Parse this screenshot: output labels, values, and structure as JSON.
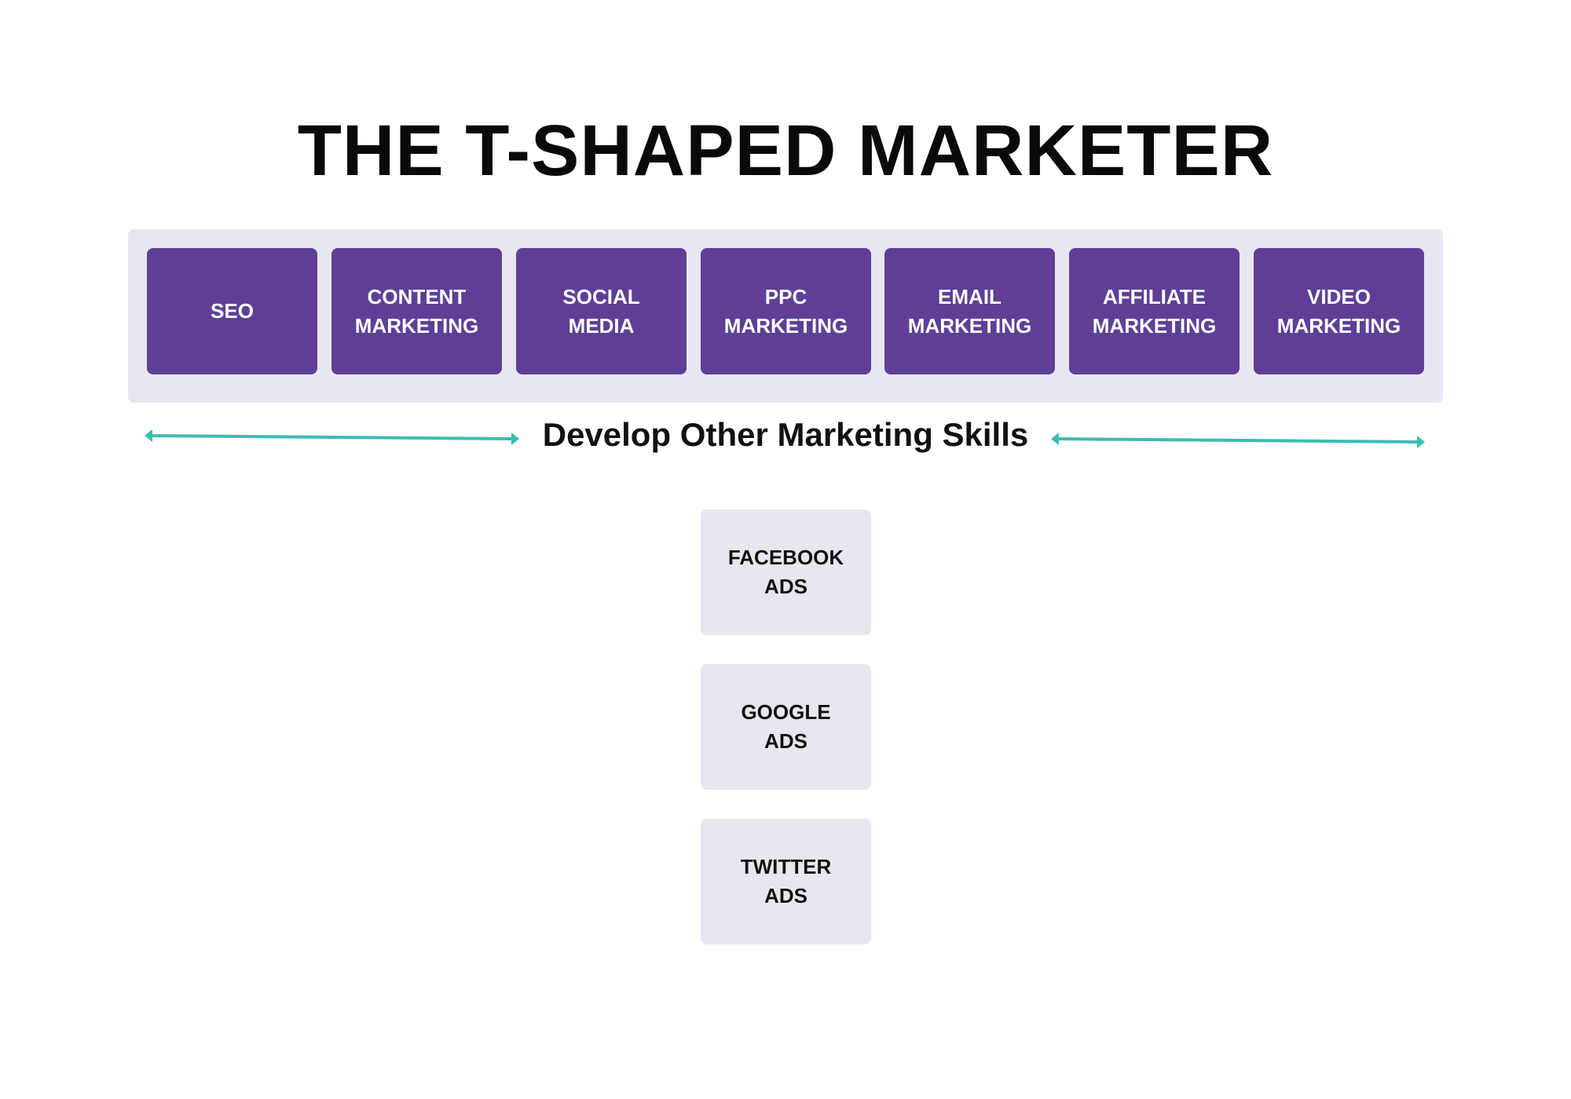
{
  "title": "THE T-SHAPED MARKETER",
  "broad_skills": [
    [
      "SEO"
    ],
    [
      "CONTENT",
      "MARKETING"
    ],
    [
      "SOCIAL",
      "MEDIA"
    ],
    [
      "PPC",
      "MARKETING"
    ],
    [
      "EMAIL",
      "MARKETING"
    ],
    [
      "AFFILIATE",
      "MARKETING"
    ],
    [
      "VIDEO",
      "MARKETING"
    ]
  ],
  "subtitle": "Develop Other Marketing Skills",
  "deep_skills": [
    [
      "FACEBOOK",
      "ADS"
    ],
    [
      "GOOGLE",
      "ADS"
    ],
    [
      "TWITTER",
      "ADS"
    ]
  ],
  "colors": {
    "primary": "#5f3f96",
    "band": "#e9e6f0",
    "arrow": "#3dbcb0"
  }
}
